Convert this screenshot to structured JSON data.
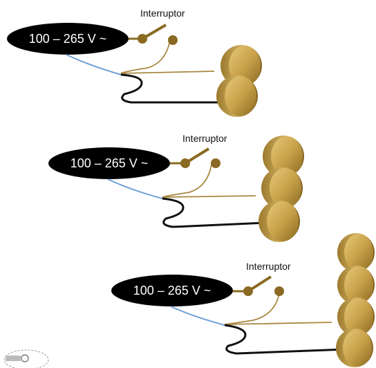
{
  "diagrams": [
    {
      "voltage_label": "100 – 265 V ~",
      "switch_label": "Interruptor",
      "coin_count": 2
    },
    {
      "voltage_label": "100 – 265 V ~",
      "switch_label": "Interruptor",
      "coin_count": 3
    },
    {
      "voltage_label": "100 – 265 V ~",
      "switch_label": "Interruptor",
      "coin_count": 4
    }
  ],
  "colors": {
    "oval": "#000000",
    "gold": "#c9a24a",
    "gold_dark": "#8a6a22",
    "wire_blue": "#6f9fd6",
    "wire_gold": "#a8873f",
    "wire_black": "#111111"
  },
  "logo_icon": "seal-logo-icon"
}
